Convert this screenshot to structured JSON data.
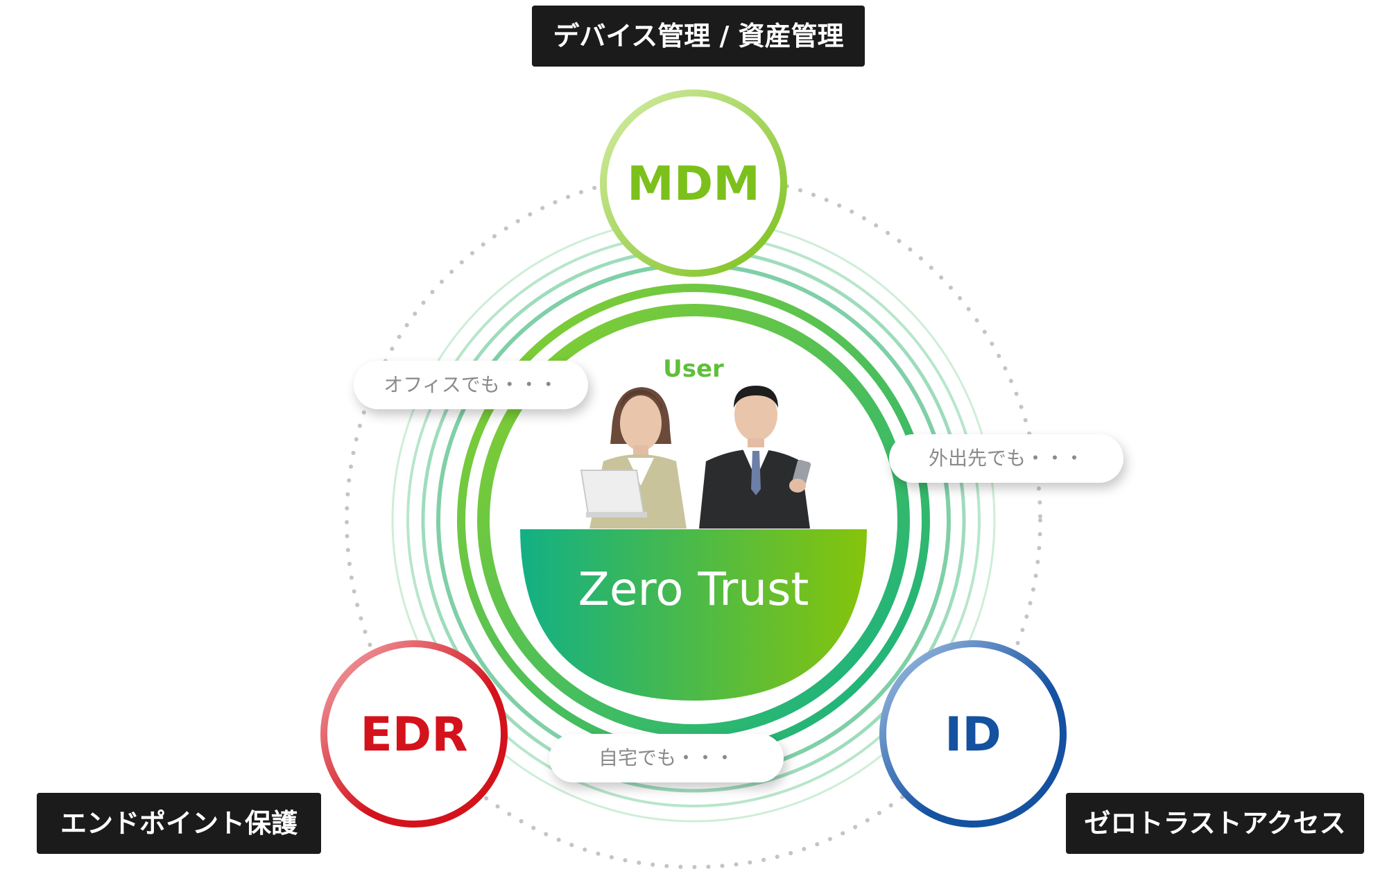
{
  "captions": {
    "top": "デバイス管理 / 資産管理",
    "bottom_left": "エンドポイント保護",
    "bottom_right": "ゼロトラストアクセス"
  },
  "nodes": {
    "mdm": {
      "label": "MDM",
      "color": "#7cc01c"
    },
    "edr": {
      "label": "EDR",
      "color": "#d4121c"
    },
    "id": {
      "label": "ID",
      "color": "#1451a0"
    }
  },
  "center": {
    "user_label": "User",
    "title": "Zero Trust",
    "gradient_start": "#12b085",
    "gradient_end": "#86c40b"
  },
  "locations": {
    "office": "オフィスでも・・・",
    "outside": "外出先でも・・・",
    "home": "自宅でも・・・"
  }
}
